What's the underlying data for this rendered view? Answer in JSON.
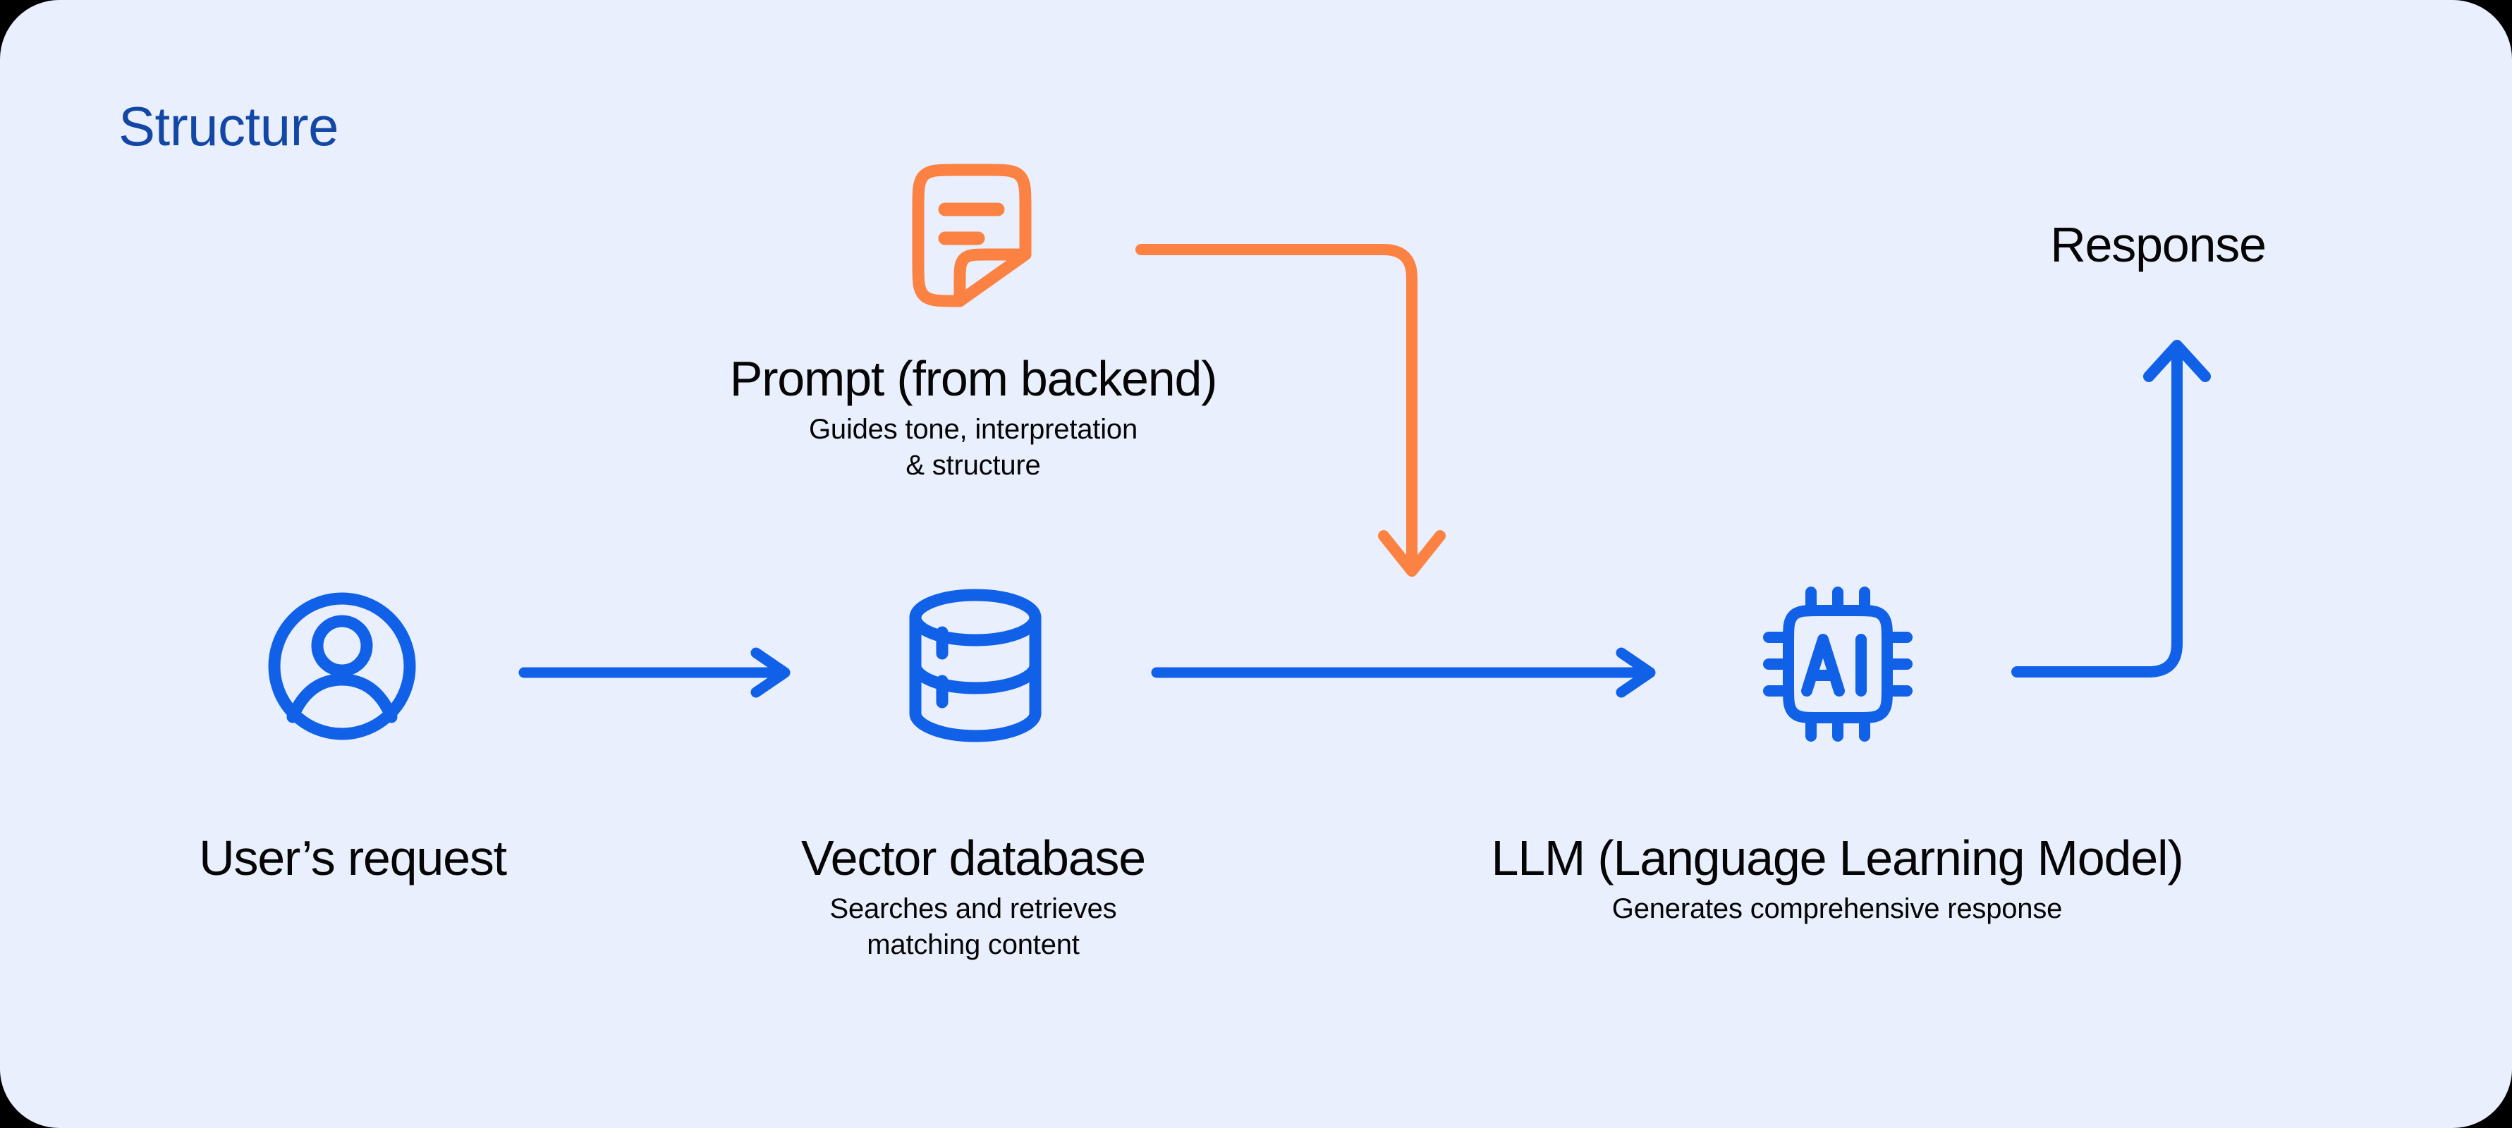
{
  "card": {
    "background_color": "#e9effc",
    "outer_background_color": "#000000"
  },
  "header": {
    "title": "Structure",
    "title_color": "#1347a5"
  },
  "colors": {
    "blue": "#1060e8",
    "orange": "#fb8242",
    "text": "#050505",
    "title_blue": "#1347a5"
  },
  "nodes": {
    "prompt": {
      "icon": "note-document-icon",
      "icon_color": "#fb8242",
      "title": "Prompt (from backend)",
      "subtitle_line1": "Guides tone, interpretation",
      "subtitle_line2": "& structure"
    },
    "user": {
      "icon": "user-avatar-icon",
      "icon_color": "#1060e8",
      "title": "User’s request",
      "subtitle_line1": "",
      "subtitle_line2": ""
    },
    "vector_db": {
      "icon": "database-icon",
      "icon_color": "#1060e8",
      "title": "Vector database",
      "subtitle_line1": "Searches and retrieves",
      "subtitle_line2": "matching content"
    },
    "llm": {
      "icon": "ai-chip-icon",
      "icon_color": "#1060e8",
      "title": "LLM (Language Learning Model)",
      "subtitle_line1": "Generates comprehensive response",
      "subtitle_line2": ""
    },
    "response": {
      "title": "Response"
    }
  },
  "connectors": [
    {
      "name": "user-to-vectordb-arrow",
      "type": "straight-arrow-right",
      "color": "#1060e8"
    },
    {
      "name": "vectordb-to-llm-arrow",
      "type": "straight-arrow-right",
      "color": "#1060e8"
    },
    {
      "name": "prompt-to-llm-arrow",
      "type": "elbow-arrow-down",
      "color": "#fb8242"
    },
    {
      "name": "llm-to-response-arrow",
      "type": "elbow-arrow-up",
      "color": "#1060e8"
    }
  ]
}
